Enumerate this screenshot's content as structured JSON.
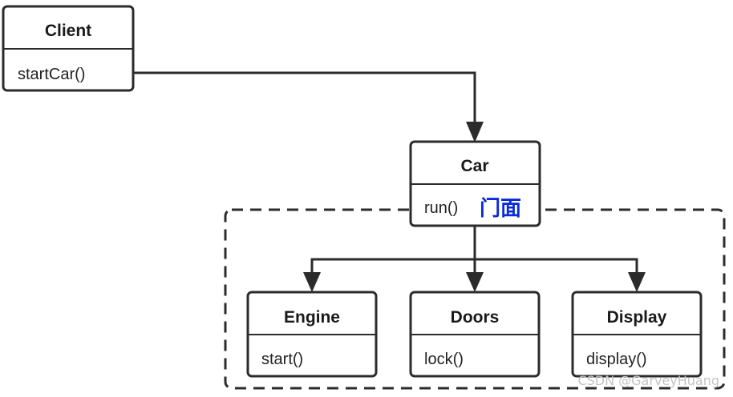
{
  "colors": {
    "stroke": "#2b2b2b",
    "box_fill": "#ffffff",
    "facade_label": "#0a2bd6",
    "watermark": "#c4c4c4"
  },
  "classes": {
    "client": {
      "title": "Client",
      "method": "startCar()"
    },
    "car": {
      "title": "Car",
      "method": "run()"
    },
    "engine": {
      "title": "Engine",
      "method": "start()"
    },
    "doors": {
      "title": "Doors",
      "method": "lock()"
    },
    "display": {
      "title": "Display",
      "method": "display()"
    }
  },
  "facade_label": "门面",
  "watermark": "CSDN @GarveyHuang"
}
